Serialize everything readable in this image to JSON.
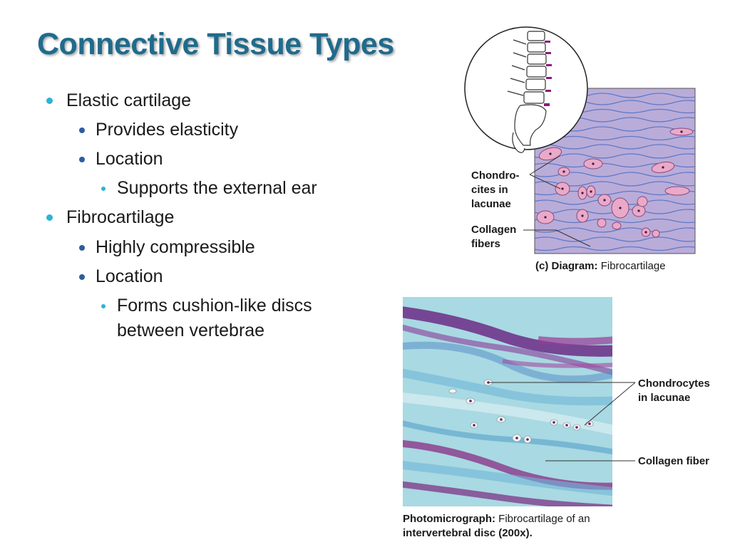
{
  "slide": {
    "title": "Connective Tissue Types"
  },
  "bullets": {
    "b1": "Elastic cartilage",
    "b1_1": "Provides elasticity",
    "b1_2": "Location",
    "b1_2_1": "Supports the external ear",
    "b2": "Fibrocartilage",
    "b2_1": "Highly compressible",
    "b2_2": "Location",
    "b2_2_1_line1": "Forms cushion-like discs",
    "b2_2_1_line2": "between vertebrae"
  },
  "diagram": {
    "label_chondrocytes_l1": "Chondro-",
    "label_chondrocytes_l2": "cites in",
    "label_chondrocytes_l3": "lacunae",
    "label_collagen_l1": "Collagen",
    "label_collagen_l2": "fibers",
    "caption_prefix": "(c)  Diagram:",
    "caption_text": "Fibrocartilage"
  },
  "photo": {
    "label_chondrocytes_l1": "Chondrocytes",
    "label_chondrocytes_l2": "in lacunae",
    "label_collagen": "Collagen fiber",
    "caption_prefix": "Photomicrograph:",
    "caption_text_l1": "Fibrocartilage of an",
    "caption_text_l2": "intervertebral disc (200x)."
  },
  "colors": {
    "title": "#1f6b8c",
    "bullet_level1": "#2bb3d8",
    "bullet_level2": "#2f5c9e",
    "diagram_fibers": "#5a78c8",
    "diagram_background": "#b8a8d8",
    "cell_fill": "#e8a8c8",
    "photo_background": "#a8d8e0",
    "photo_stain": "#7a2a80"
  }
}
